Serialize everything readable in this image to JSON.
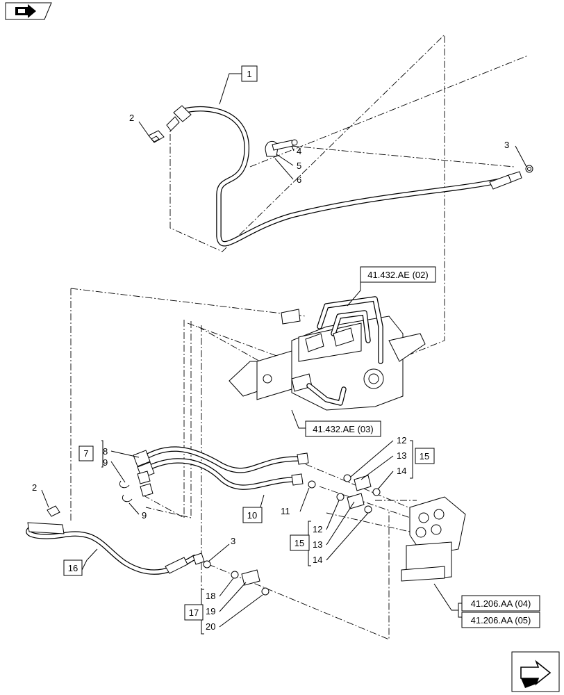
{
  "nav": {
    "back_icon": "back-arrow-icon",
    "next_icon": "next-arrow-icon"
  },
  "boxed_refs": {
    "r1": "1",
    "r7": "7",
    "r10": "10",
    "r15a": "15",
    "r15b": "15",
    "r16": "16",
    "r17": "17"
  },
  "callouts": {
    "c2a": "2",
    "c2b": "2",
    "c3a": "3",
    "c3b": "3",
    "c4": "4",
    "c5": "5",
    "c6": "6",
    "c8": "8",
    "c9a": "9",
    "c9b": "9",
    "c11": "11",
    "c12a": "12",
    "c13a": "13",
    "c14a": "14",
    "c12b": "12",
    "c13b": "13",
    "c14b": "14",
    "c18": "18",
    "c19": "19",
    "c20": "20"
  },
  "section_refs": {
    "valve_top": "41.432.AE (02)",
    "valve_bottom": "41.432.AE (03)",
    "steering_a": "41.206.AA (04)",
    "steering_b": "41.206.AA (05)"
  }
}
